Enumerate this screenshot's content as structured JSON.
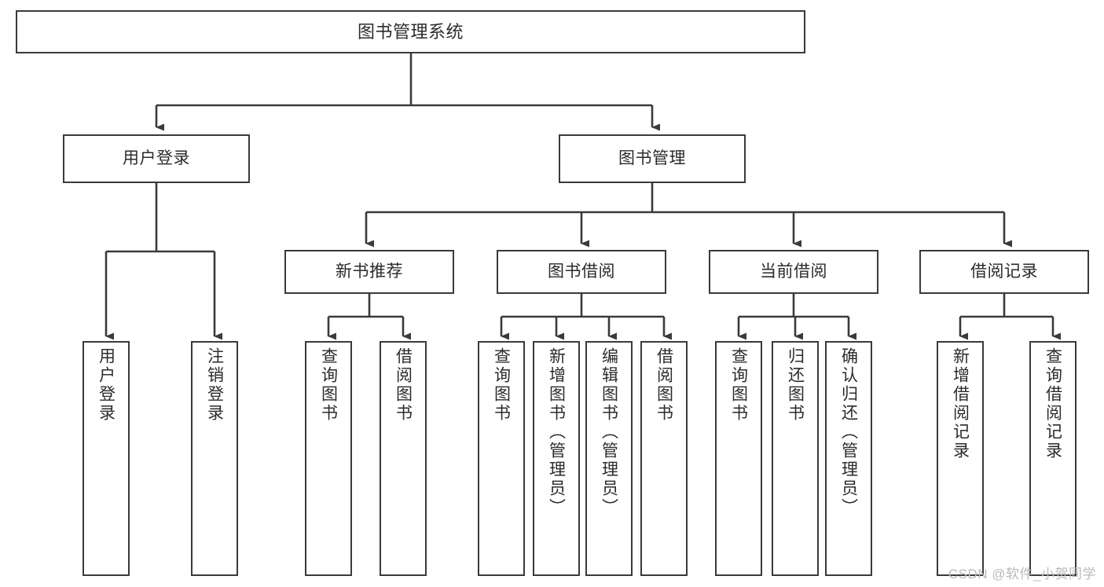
{
  "diagram": {
    "title": "图书管理系统",
    "watermark": "CSDN @软件_小贺同学",
    "colors": {
      "box_border": "#3a3a3a",
      "box_fill": "#ffffff",
      "edge": "#3a3a3a",
      "text": "#2b2b2b",
      "watermark": "#b9b9b9",
      "background": "#ffffff"
    },
    "root": {
      "label": "图书管理系统"
    },
    "level1": [
      {
        "label": "用户登录"
      },
      {
        "label": "图书管理"
      }
    ],
    "level2": [
      {
        "label": "新书推荐"
      },
      {
        "label": "图书借阅"
      },
      {
        "label": "当前借阅"
      },
      {
        "label": "借阅记录"
      }
    ],
    "leaves": {
      "user_login": [
        {
          "label": "用户登录"
        },
        {
          "label": "注销登录"
        }
      ],
      "new_book_recommend": [
        {
          "label": "查询图书"
        },
        {
          "label": "借阅图书"
        }
      ],
      "book_borrow": [
        {
          "label": "查询图书"
        },
        {
          "label": "新增图书（管理员）"
        },
        {
          "label": "编辑图书（管理员）"
        },
        {
          "label": "借阅图书"
        }
      ],
      "current_borrow": [
        {
          "label": "查询图书"
        },
        {
          "label": "归还图书"
        },
        {
          "label": "确认归还（管理员）"
        }
      ],
      "borrow_record": [
        {
          "label": "新增借阅记录"
        },
        {
          "label": "查询借阅记录"
        }
      ]
    }
  }
}
